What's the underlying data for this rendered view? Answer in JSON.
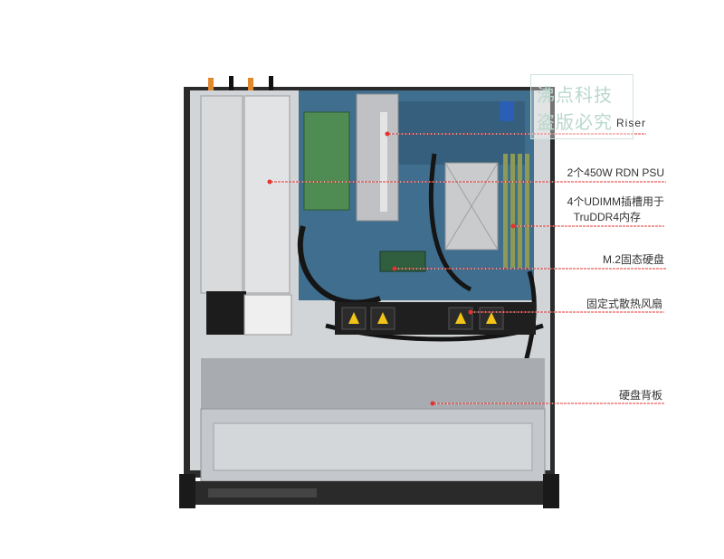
{
  "colors": {
    "callout_line": "#e3342f",
    "callout_dot": "#e3342f",
    "chassis": "#c9ccd0",
    "motherboard": "#3f6e8e",
    "riser_card": "#4f8c53",
    "fan_yellow": "#f2c418",
    "label_text": "#333333",
    "watermark": "#b9d8cc"
  },
  "watermark": {
    "line1": "沸点科技",
    "line2": "盗版必究"
  },
  "callouts": [
    {
      "id": "riser",
      "text": "Riser"
    },
    {
      "id": "psu",
      "text": "2个450W RDN PSU"
    },
    {
      "id": "udimm",
      "line1": "4个UDIMM插槽用于",
      "line2": "TruDDR4内存"
    },
    {
      "id": "m2",
      "text": "M.2固态硬盘"
    },
    {
      "id": "fans",
      "text": "固定式散热风扇"
    },
    {
      "id": "backplane",
      "text": "硬盘背板"
    }
  ]
}
